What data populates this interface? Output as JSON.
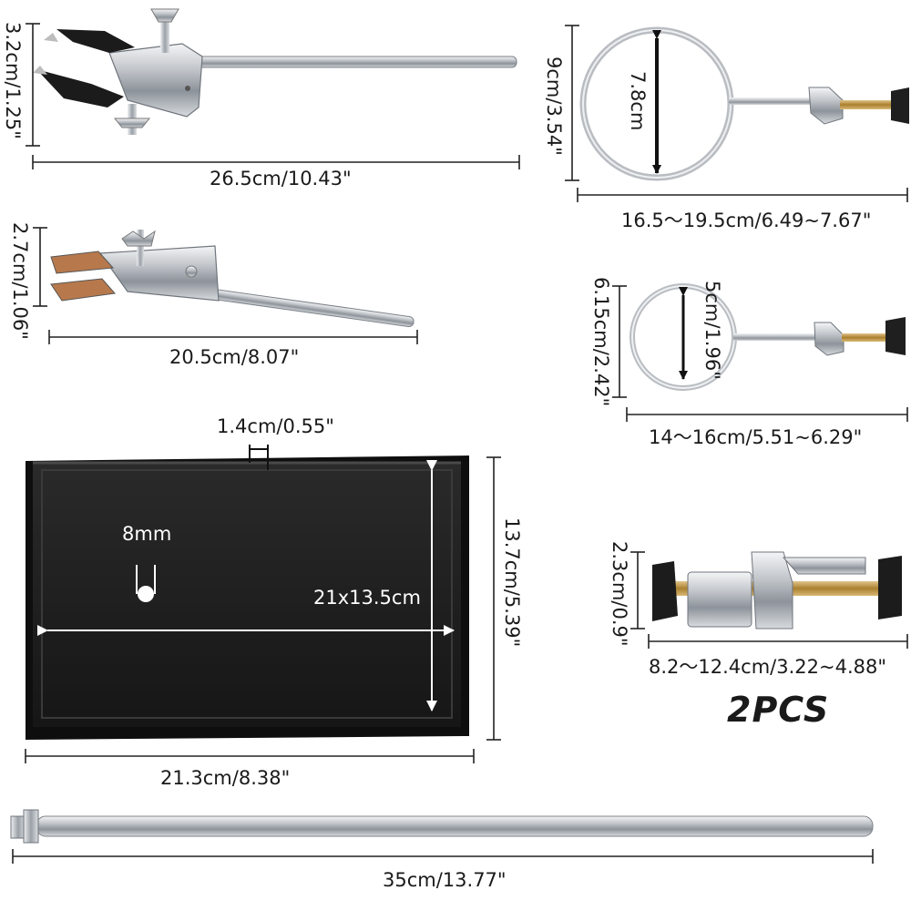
{
  "items": {
    "clamp_large": {
      "length": "26.5cm/10.43\"",
      "jaw": "3.2cm/1.25\""
    },
    "clamp_small": {
      "length": "20.5cm/8.07\"",
      "jaw": "2.7cm/1.06\""
    },
    "ring_large": {
      "length": "16.5～19.5cm/6.49~7.67\"",
      "height": "9cm/3.54\"",
      "inner": "7.8cm"
    },
    "ring_small": {
      "length": "14～16cm/5.51~6.29\"",
      "height": "6.15cm/2.42\"",
      "inner": "5cm/1.96\""
    },
    "tray": {
      "slot": "1.4cm/0.55\"",
      "hole": "8mm",
      "inner": "21x13.5cm",
      "height": "13.7cm/5.39\"",
      "width": "21.3cm/8.38\""
    },
    "connector": {
      "length": "8.2～12.4cm/3.22~4.88\"",
      "height": "2.3cm/0.9\"",
      "quantity": "2PCS"
    },
    "rod": {
      "length": "35cm/13.77\""
    }
  },
  "colors": {
    "metal": "#c9ccd0",
    "tray": "#1e1e1e",
    "rubber": "#151515",
    "pad": "#b7794c",
    "text": "#1a1a1a"
  }
}
